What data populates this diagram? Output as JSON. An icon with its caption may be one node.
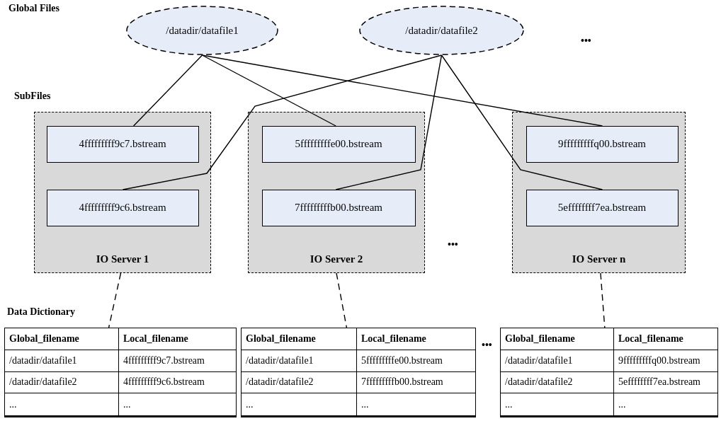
{
  "diagram": {
    "nodes": [
      {
        "text": [
          "/datadir/datafile1"
        ]
      },
      {
        "text": [
          "/datadir/datafile2"
        ]
      },
      {
        "text": [
          "IO Server 1"
        ]
      },
      {
        "text": [
          "4fffffffff9c7.bstream"
        ],
        "in": 2
      },
      {
        "text": [
          "4fffffffff9c6.bstream"
        ],
        "in": 2
      },
      {
        "text": [
          "IO Server 2"
        ]
      },
      {
        "text": [
          "5fffffffffe00.bstream"
        ],
        "in": 5
      },
      {
        "text": [
          "7fffffffffb00.bstream"
        ],
        "in": 5
      },
      {
        "text": [
          "IO Server n"
        ]
      },
      {
        "text": [
          "9fffffffffq00.bstream"
        ],
        "in": 8
      },
      {
        "text": [
          "5effffffff7ea.bstream"
        ],
        "in": 8
      },
      {
        "text": [
          "Global_filename",
          "Local_filename",
          "/datadir/datafile1",
          "4fffffffff9c7.bstream",
          "/datadir/datafile2",
          "4fffffffff9c6.bstream",
          "...",
          "..."
        ]
      },
      {
        "text": [
          "Global_filename",
          "Local_filename",
          "/datadir/datafile1",
          "5fffffffffe00.bstream",
          "/datadir/datafile2",
          "7fffffffffb00.bstream",
          "...",
          "..."
        ]
      },
      {
        "text": [
          "Global_filename",
          "Local_filename",
          "/datadir/datafile1",
          "9fffffffffq00.bstream",
          "/datadir/datafile2",
          "5effffffff7ea.bstream",
          "...",
          "..."
        ]
      }
    ],
    "edges": [
      {
        "from": 0,
        "to": 3,
        "arrow": "none"
      },
      {
        "from": 0,
        "to": 6,
        "arrow": "none"
      },
      {
        "from": 0,
        "to": 9,
        "arrow": "none"
      },
      {
        "from": 1,
        "to": 4,
        "arrow": "none"
      },
      {
        "from": 1,
        "to": 7,
        "arrow": "none"
      },
      {
        "from": 1,
        "to": 10,
        "arrow": "none"
      },
      {
        "from": 2,
        "to": 11,
        "arrow": "none",
        "style": "dashed"
      },
      {
        "from": 5,
        "to": 12,
        "arrow": "none",
        "style": "dashed"
      },
      {
        "from": 8,
        "to": 13,
        "arrow": "none",
        "style": "dashed"
      }
    ],
    "labels": [
      "Global Files",
      "•••",
      "SubFiles",
      "•••",
      "Data Dictionary",
      "•••"
    ]
  }
}
